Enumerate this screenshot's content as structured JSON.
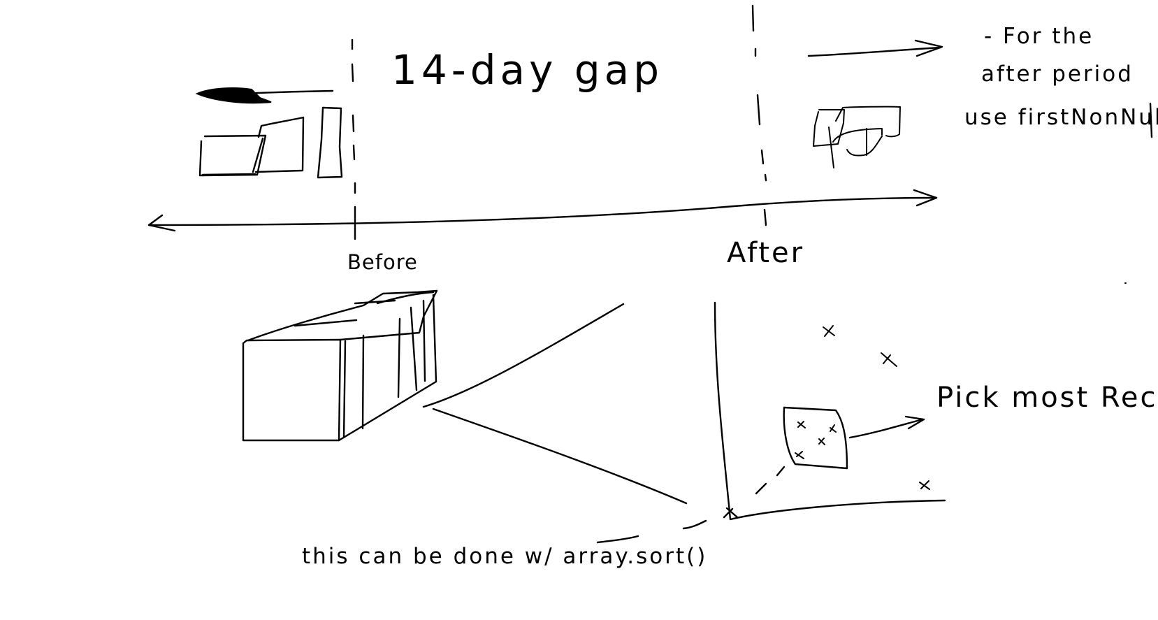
{
  "labels": {
    "gap": "14-day gap",
    "before": "Before",
    "after": "After",
    "pick": "Pick most Recent.",
    "sort_note": "this can be done w/ array.sort()"
  },
  "note": {
    "line1": "- For the",
    "line2": "after period",
    "line3": "use firstNonNull"
  }
}
